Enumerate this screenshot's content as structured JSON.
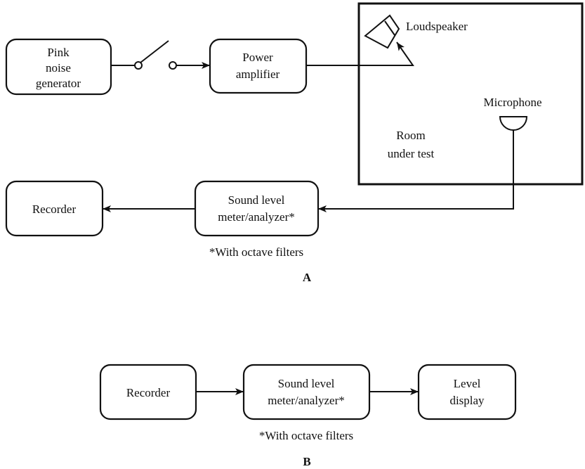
{
  "diagram_a": {
    "label": "A",
    "pink_noise": [
      "Pink",
      "noise",
      "generator"
    ],
    "power_amp": [
      "Power",
      "amplifier"
    ],
    "loudspeaker": "Loudspeaker",
    "microphone": "Microphone",
    "room": [
      "Room",
      "under test"
    ],
    "recorder": "Recorder",
    "slm": [
      "Sound level",
      "meter/analyzer*"
    ],
    "footnote": "*With octave filters"
  },
  "diagram_b": {
    "label": "B",
    "recorder": "Recorder",
    "slm": [
      "Sound level",
      "meter/analyzer*"
    ],
    "level_display": [
      "Level",
      "display"
    ],
    "footnote": "*With octave filters"
  }
}
